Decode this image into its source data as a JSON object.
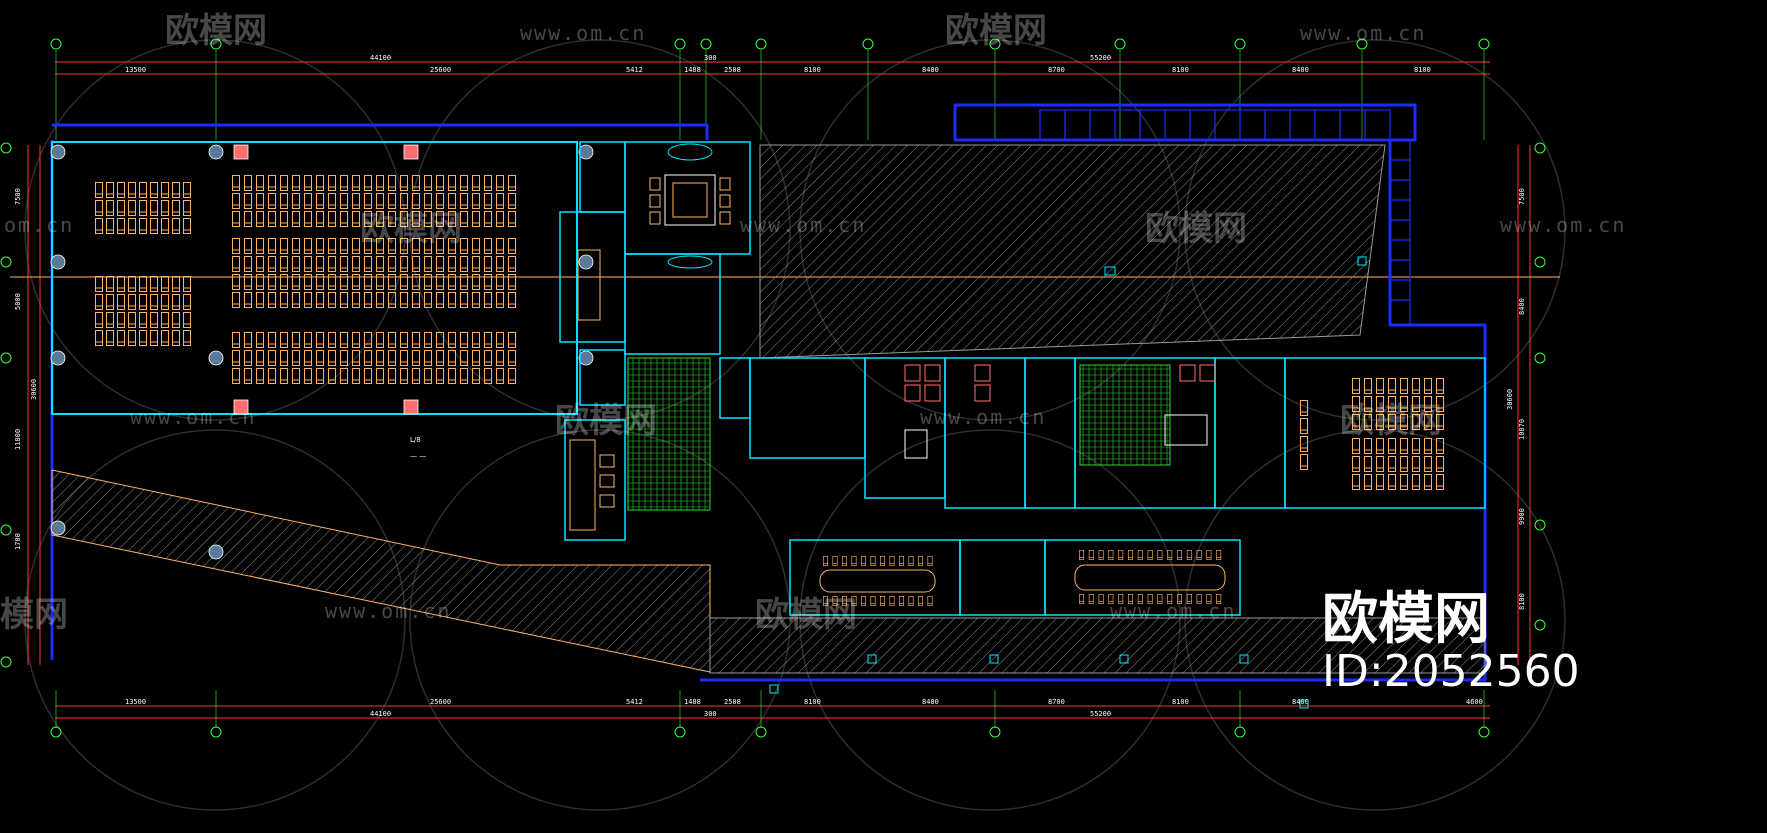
{
  "watermark": {
    "logo_text": "欧模网",
    "url_text": "www.om.cn",
    "url_fragment": "om.cn",
    "logo_fragment": "模网"
  },
  "branding": {
    "name": "欧模网",
    "id_label": "ID:2052560"
  },
  "dimensions": {
    "top_total_left": "44100",
    "top_total_right": "55200",
    "bottom_total_left": "44100",
    "bottom_total_right": "55200",
    "top_segments": [
      "13500",
      "25600",
      "5412",
      "1488",
      "2508",
      "8100",
      "8400",
      "8700",
      "8100",
      "8400",
      "8100"
    ],
    "top_small": "300",
    "bottom_segments": [
      "13500",
      "25600",
      "5412",
      "1488",
      "2508",
      "8100",
      "8400",
      "8700",
      "8100",
      "8400",
      "4600"
    ],
    "bottom_small": "300",
    "left_segments": [
      "7500",
      "5000",
      "11800",
      "1700"
    ],
    "left_total": "30600",
    "right_segments": [
      "7500",
      "8400",
      "10870",
      "9900",
      "8100"
    ],
    "right_total": "30600"
  },
  "colors": {
    "background": "#000000",
    "wall": "#00e5ff",
    "exterior": "#1a2cff",
    "seat": "#ffb366",
    "grid": "#ff3333",
    "hatch": "#9a9a9a",
    "green": "#33ff33",
    "text": "#ffffff"
  }
}
